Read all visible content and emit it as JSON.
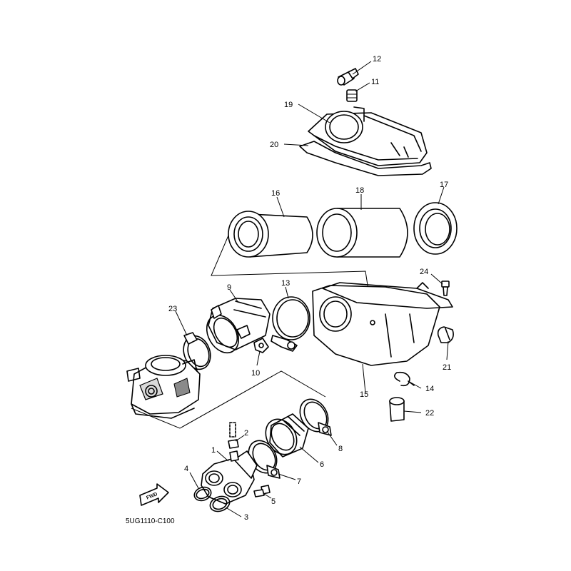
{
  "diagram_code": "5UG1110-C100",
  "fwd_label": "FWD",
  "callouts": {
    "c1": "1",
    "c2": "2",
    "c3": "3",
    "c4": "4",
    "c5": "5",
    "c6": "6",
    "c7": "7",
    "c8": "8",
    "c9": "9",
    "c10": "10",
    "c11": "11",
    "c12": "12",
    "c13": "13",
    "c14": "14",
    "c15": "15",
    "c16": "16",
    "c17": "17",
    "c18": "18",
    "c19": "19",
    "c20": "20",
    "c21": "21",
    "c22": "22",
    "c23": "23",
    "c24": "24"
  }
}
